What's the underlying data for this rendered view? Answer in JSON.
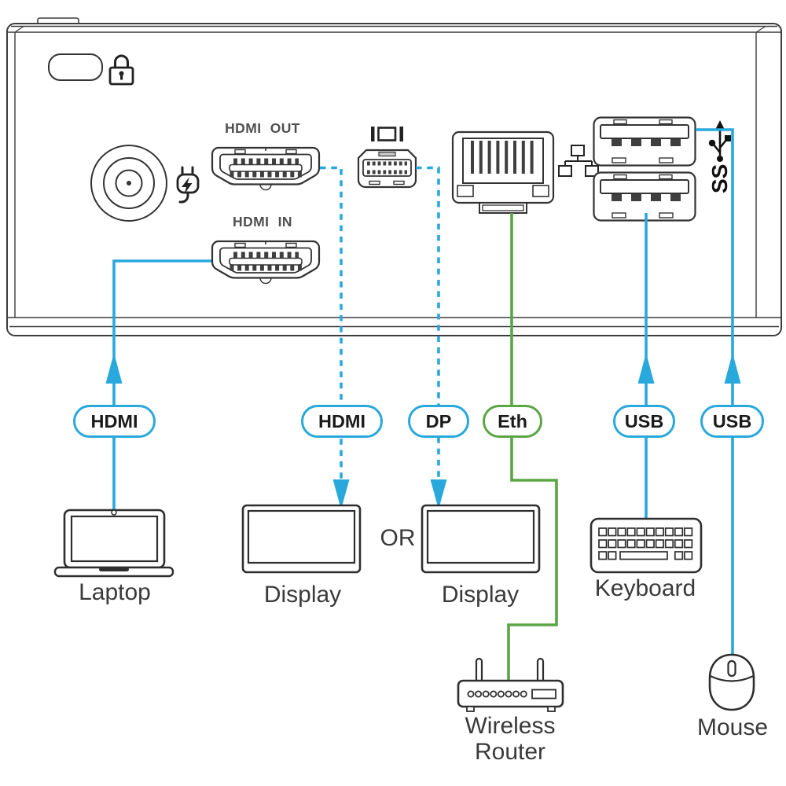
{
  "colors": {
    "cable_blue": "#29a8dc",
    "cable_green": "#5aa644",
    "device_outline": "#3c3c3c",
    "icon_ink": "#222222",
    "pill_text": "#1a1a1a",
    "device_label_text": "#3a3a3a",
    "port_label_text": "#4f4f4f"
  },
  "device_panel": {
    "port_labels": {
      "hdmi_out": "HDMI OUT",
      "hdmi_in": "HDMI IN"
    },
    "usb_ss_label": "SS"
  },
  "cable_labels": {
    "hdmi_laptop": "HDMI",
    "hdmi_display": "HDMI",
    "dp_display": "DP",
    "eth_router": "Eth",
    "usb_keyboard": "USB",
    "usb_mouse": "USB"
  },
  "devices": {
    "laptop": "Laptop",
    "display_1": "Display",
    "or_separator": "OR",
    "display_2": "Display",
    "keyboard": "Keyboard",
    "wireless_router_line1": "Wireless",
    "wireless_router_line2": "Router",
    "mouse": "Mouse"
  }
}
